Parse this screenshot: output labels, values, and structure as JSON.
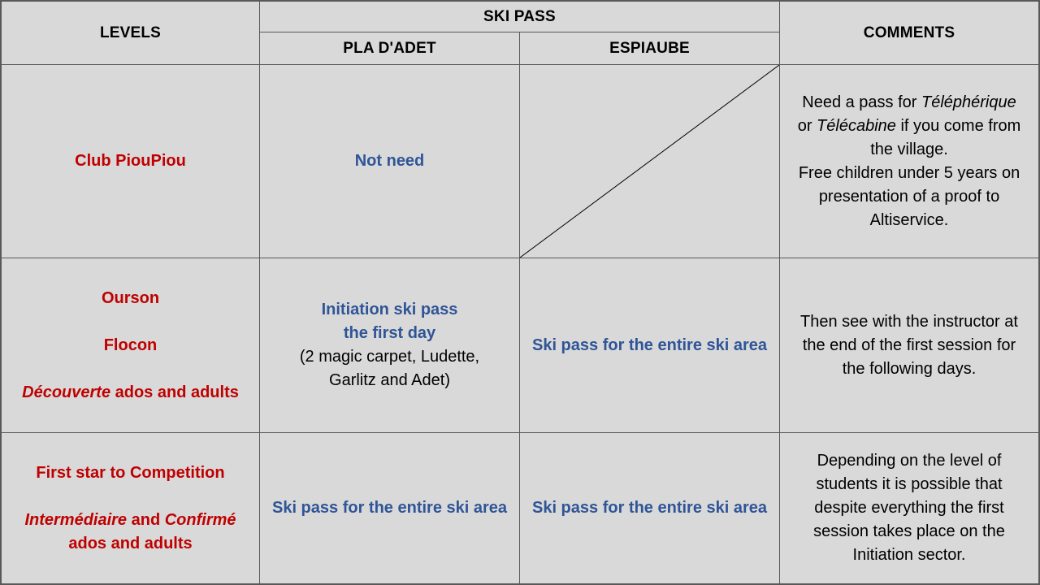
{
  "headers": {
    "levels": "LEVELS",
    "ski_pass": "SKI PASS",
    "pla_dadet": "PLA D'ADET",
    "espiaube": "ESPIAUBE",
    "comments": "COMMENTS"
  },
  "rows": [
    {
      "levels": [
        "Club PiouPiou"
      ],
      "pla_dadet": "Not need",
      "espiaube": "",
      "comment": {
        "l1a": "Need a pass for ",
        "l1b": "Téléphérique",
        "l2a": "or ",
        "l2b": "Télécabine",
        "l2c": " if you come from",
        "l3": "the village.",
        "l4": "Free children under 5 years on",
        "l5": "presentation of a proof to",
        "l6": "Altiservice."
      }
    },
    {
      "levels": {
        "a": "Ourson",
        "b": "Flocon",
        "c_italic": "Découverte",
        "c_rest": " ados and adults"
      },
      "pla_dadet": {
        "l1": "Initiation ski pass",
        "l2": "the first day",
        "l3": "(2 magic carpet, Ludette,",
        "l4": "Garlitz and Adet)"
      },
      "espiaube": "Ski pass for the entire ski area",
      "comment": {
        "l1": "Then see with the instructor at",
        "l2": "the end of the first session for",
        "l3": "the following days."
      }
    },
    {
      "levels": {
        "a": "First star to Competition",
        "b1_italic": "Intermédiaire",
        "b2": " and ",
        "b3_italic": "Confirmé",
        "c": "ados and adults"
      },
      "pla_dadet": "Ski pass for the entire ski area",
      "espiaube": "Ski pass for the entire ski area",
      "comment": {
        "l1": "Depending on the level of",
        "l2": "students it is possible that",
        "l3": "despite everything the first",
        "l4": "session takes place on the",
        "l5": "Initiation sector."
      }
    }
  ],
  "colors": {
    "background": "#d9d9d9",
    "border": "#595959",
    "level_red": "#c00000",
    "value_blue": "#2f5597",
    "text_black": "#000000"
  }
}
